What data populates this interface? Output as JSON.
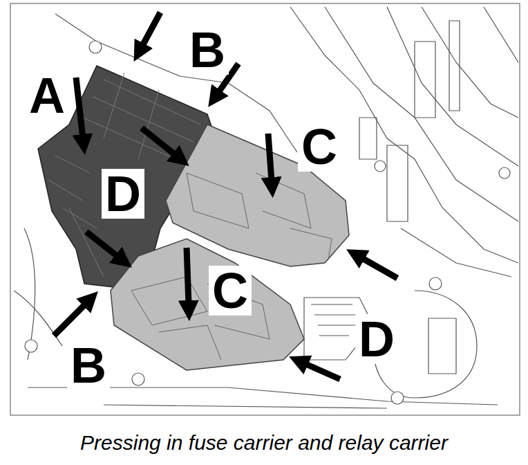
{
  "diagram": {
    "caption": "Pressing in fuse carrier and relay carrier",
    "labels": [
      "B",
      "A",
      "C",
      "D",
      "C",
      "D",
      "B"
    ]
  }
}
